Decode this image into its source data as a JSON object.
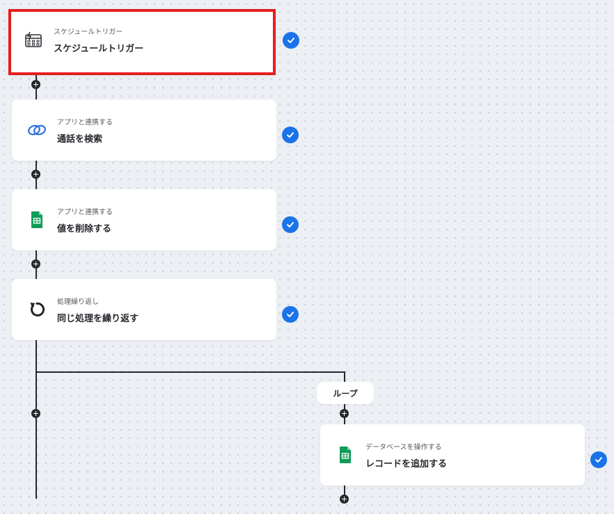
{
  "flow": {
    "steps": [
      {
        "subtitle": "スケジュールトリガー",
        "title": "スケジュールトリガー",
        "icon": "calendar-icon",
        "status": "completed",
        "selected": true
      },
      {
        "subtitle": "アプリと連携する",
        "title": "通話を検索",
        "icon": "zoho-link-icon",
        "status": "completed"
      },
      {
        "subtitle": "アプリと連携する",
        "title": "値を削除する",
        "icon": "google-sheets-icon",
        "status": "completed"
      },
      {
        "subtitle": "処理繰り返し",
        "title": "同じ処理を繰り返す",
        "icon": "loop-arrow-icon",
        "status": "completed"
      },
      {
        "subtitle": "データベースを操作する",
        "title": "レコードを追加する",
        "icon": "google-sheets-icon",
        "status": "completed"
      }
    ],
    "loop_label": "ループ"
  },
  "colors": {
    "selected_border": "#e41e1e",
    "check": "#1a73e8",
    "sheets_green": "#0f9d58",
    "connector": "#25272b"
  }
}
